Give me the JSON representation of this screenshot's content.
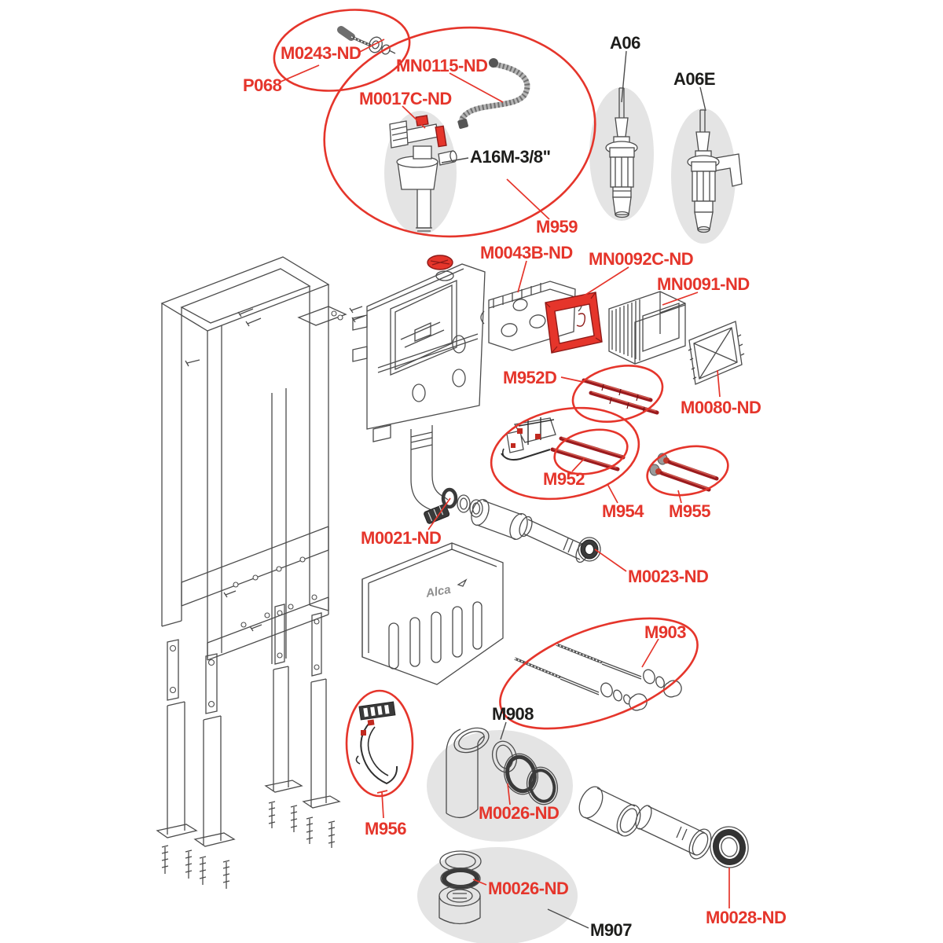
{
  "diagram": {
    "type": "exploded-parts-diagram",
    "subject": "concealed WC cistern installation frame spare parts",
    "colors": {
      "label_red": "#e5352b",
      "label_black": "#1d1d1b",
      "callout_ellipse_red": "#e5352b",
      "part_background_gray": "#e4e4e4",
      "line_art": "#4c4c4c",
      "highlight_part_red": "#e5352b",
      "rod_dark_red": "#9b1b1e"
    },
    "labels": {
      "m0243": "M0243-ND",
      "p068": "P068",
      "mn0115": "MN0115-ND",
      "m0017c": "M0017C-ND",
      "a16m": "A16M-3/8\"",
      "a06": "A06",
      "a06e": "A06E",
      "m959": "M959",
      "m0043b": "M0043B-ND",
      "mn0092c": "MN0092C-ND",
      "mn0091": "MN0091-ND",
      "m952d": "M952D",
      "m0080": "M0080-ND",
      "m952": "M952",
      "m954": "M954",
      "m955": "M955",
      "m0021": "M0021-ND",
      "m0023": "M0023-ND",
      "m903": "M903",
      "m908": "M908",
      "m0026_a": "M0026-ND",
      "m956": "M956",
      "m0026_b": "M0026-ND",
      "m907": "M907",
      "m0028": "M0028-ND"
    },
    "logo_text": "Alca"
  }
}
